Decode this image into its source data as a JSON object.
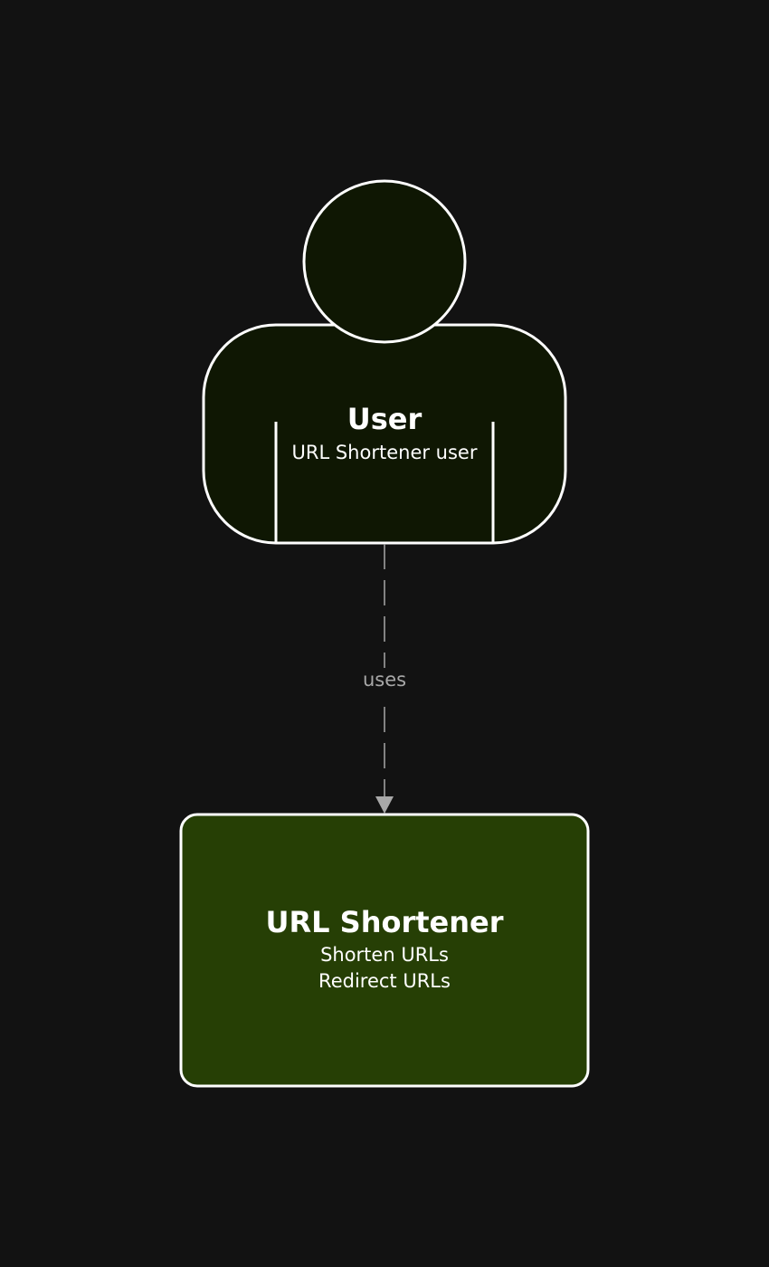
{
  "colors": {
    "background": "#121212",
    "person_fill": "#0f1703",
    "system_fill": "#263f05",
    "stroke": "#ffffff",
    "edge": "#a8a8a8"
  },
  "person": {
    "title": "User",
    "description": "URL Shortener user"
  },
  "relationship": {
    "label": "uses"
  },
  "system": {
    "title": "URL Shortener",
    "description_lines": [
      "Shorten URLs",
      "Redirect URLs"
    ]
  }
}
